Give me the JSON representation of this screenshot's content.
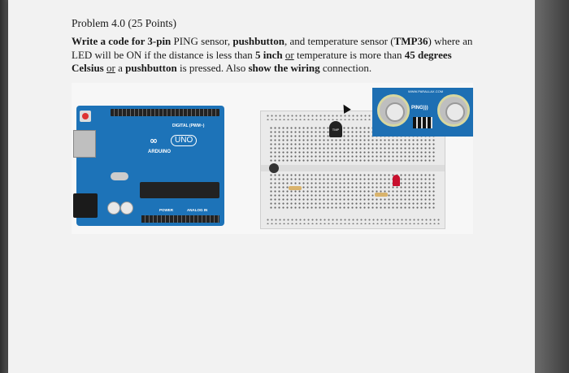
{
  "problem": {
    "title": "Problem 4.0 (25 Points)",
    "text_1": "Write a code for ",
    "text_2": "3-pin",
    "text_3": " PING sensor, ",
    "text_4": "pushbutton",
    "text_5": ", and temperature sensor (",
    "text_6": "TMP36",
    "text_7": ") where an LED will be ON if the distance is less than ",
    "text_8": "5 inch",
    "text_9": " ",
    "text_10": "or",
    "text_11": " temperature is more than ",
    "text_12": "45 degrees Celsius",
    "text_13": " ",
    "text_14": "or",
    "text_15": " a ",
    "text_16": "pushbutton",
    "text_17": " is pressed. Also ",
    "text_18": "show the wiring",
    "text_19": " connection."
  },
  "figure": {
    "arduino_digital_label": "DIGITAL (PWM~)",
    "arduino_uno_label": "UNO",
    "arduino_brand": "ARDUINO",
    "arduino_power_label": "POWER",
    "arduino_analog_label": "ANALOG IN",
    "arduino_logo": "∞",
    "tmp_label": "TMP",
    "ping_label": "PING)))",
    "ping_brand": "WWW.PARALLAX.COM"
  }
}
